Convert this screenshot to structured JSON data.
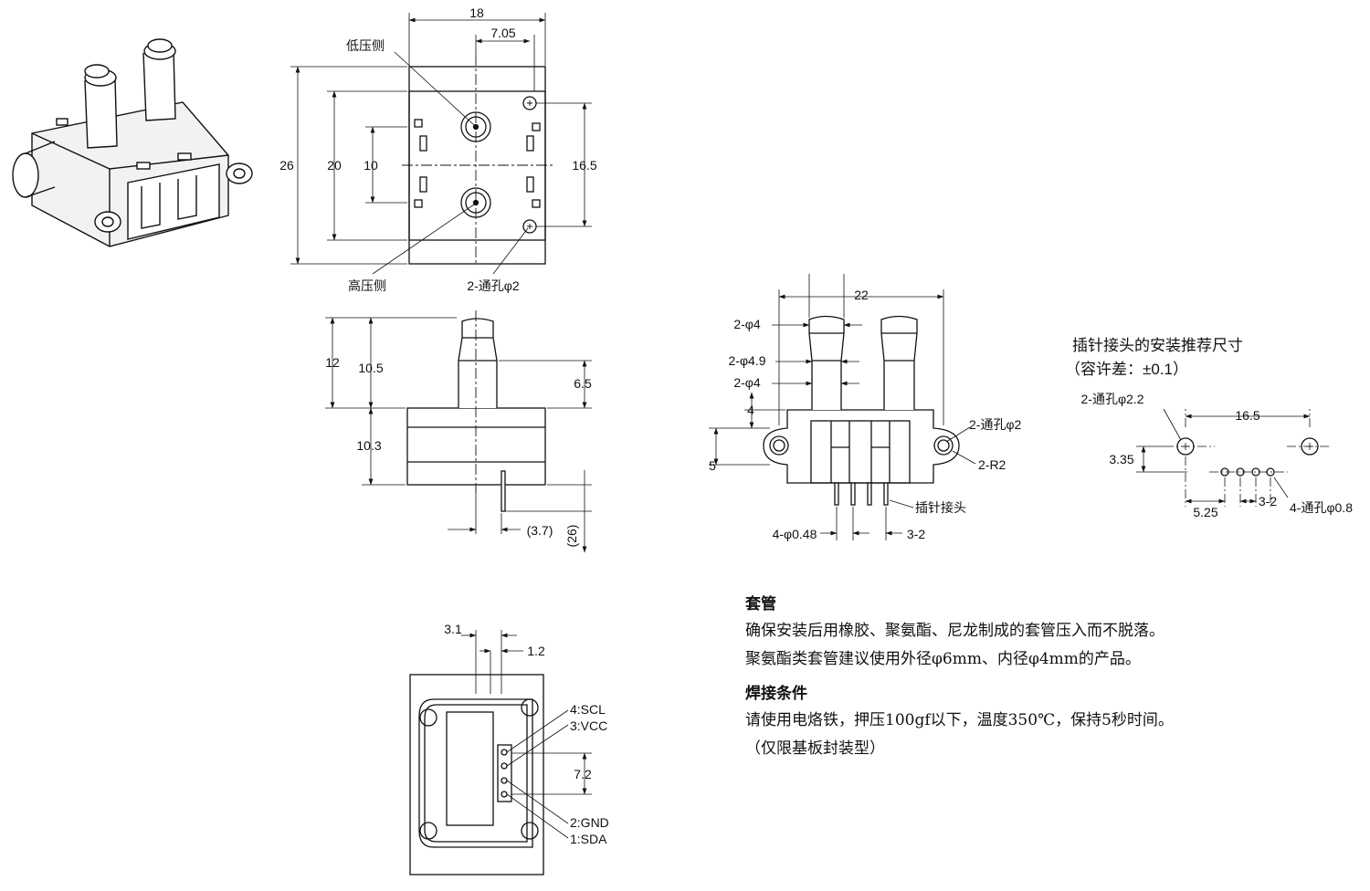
{
  "labels": {
    "low_side": "低压侧",
    "high_side": "高压侧",
    "through_hole_2": "2-通孔φ2",
    "through_hole_2b": "2-通孔φ2",
    "r2": "2-R2",
    "pin_connector": "插针接头",
    "phi4_top": "2-φ4",
    "phi49": "2-φ4.9",
    "phi4_bottom": "2-φ4",
    "pin_dia": "4-φ0.48",
    "pin_pitch": "3-2",
    "mount_title": "插针接头的安装推荐尺寸",
    "mount_tol": "（容许差：±0.1）",
    "mount_hole_22": "2-通孔φ2.2",
    "mount_hole_08": "4-通孔φ0.8",
    "mount_pitch": "3-2",
    "pin4": "4:SCL",
    "pin3": "3:VCC",
    "pin2": "2:GND",
    "pin1": "1:SDA"
  },
  "dims": {
    "top_w": "18",
    "top_705": "7.05",
    "top_26": "26",
    "top_20": "20",
    "top_10": "10",
    "top_165": "16.5",
    "side_12": "12",
    "side_105": "10.5",
    "side_65": "6.5",
    "side_103": "10.3",
    "side_37": "(3.7)",
    "side_26": "(26)",
    "front_22": "22",
    "front_4": "4",
    "front_5": "5",
    "mount_165": "16.5",
    "mount_335": "3.35",
    "mount_525": "5.25",
    "bottom_31": "3.1",
    "bottom_12": "1.2",
    "bottom_72": "7.2"
  },
  "notes": {
    "sleeve_title": "套管",
    "sleeve_line1": "确保安装后用橡胶、聚氨酯、尼龙制成的套管压入而不脱落。",
    "sleeve_line2": "聚氨酯类套管建议使用外径φ6mm、内径φ4mm的产品。",
    "solder_title": "焊接条件",
    "solder_line1": "请使用电烙铁，押压100gf以下，温度350℃，保持5秒时间。",
    "solder_line2": "（仅限基板封装型）"
  }
}
